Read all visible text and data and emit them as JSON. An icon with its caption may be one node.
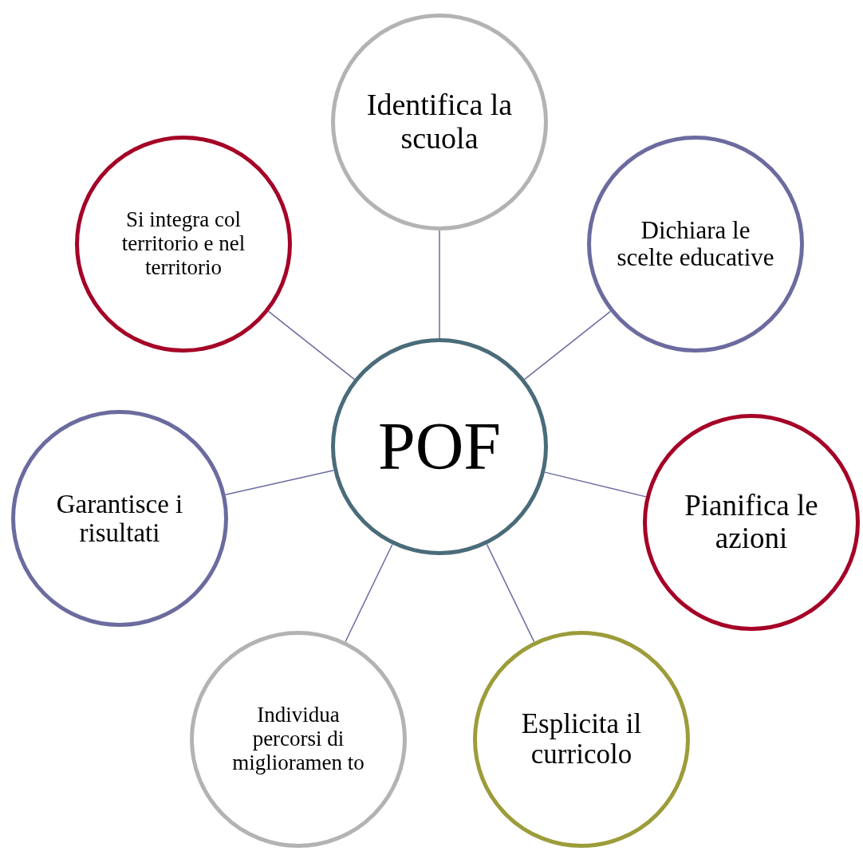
{
  "diagram": {
    "nodes": [
      {
        "text": [
          "Identifica la scuola"
        ]
      },
      {
        "text": [
          "Si integra col territorio e nel territorio"
        ]
      },
      {
        "text": [
          "Dichiara le scelte educative"
        ]
      },
      {
        "text": [
          "POF"
        ]
      },
      {
        "text": [
          "Garantisce i risultati"
        ]
      },
      {
        "text": [
          "Pianifica le azioni"
        ]
      },
      {
        "text": [
          "Individua percorsi di miglioramen to"
        ]
      },
      {
        "text": [
          "Esplicita il curricolo"
        ]
      }
    ],
    "edges": [
      {
        "from": 3,
        "to": 0,
        "arrow": "none"
      },
      {
        "from": 3,
        "to": 2,
        "arrow": "none"
      },
      {
        "from": 3,
        "to": 5,
        "arrow": "none"
      },
      {
        "from": 3,
        "to": 7,
        "arrow": "none"
      },
      {
        "from": 3,
        "to": 6,
        "arrow": "none"
      },
      {
        "from": 3,
        "to": 4,
        "arrow": "none"
      },
      {
        "from": 3,
        "to": 1,
        "arrow": "none"
      }
    ]
  }
}
